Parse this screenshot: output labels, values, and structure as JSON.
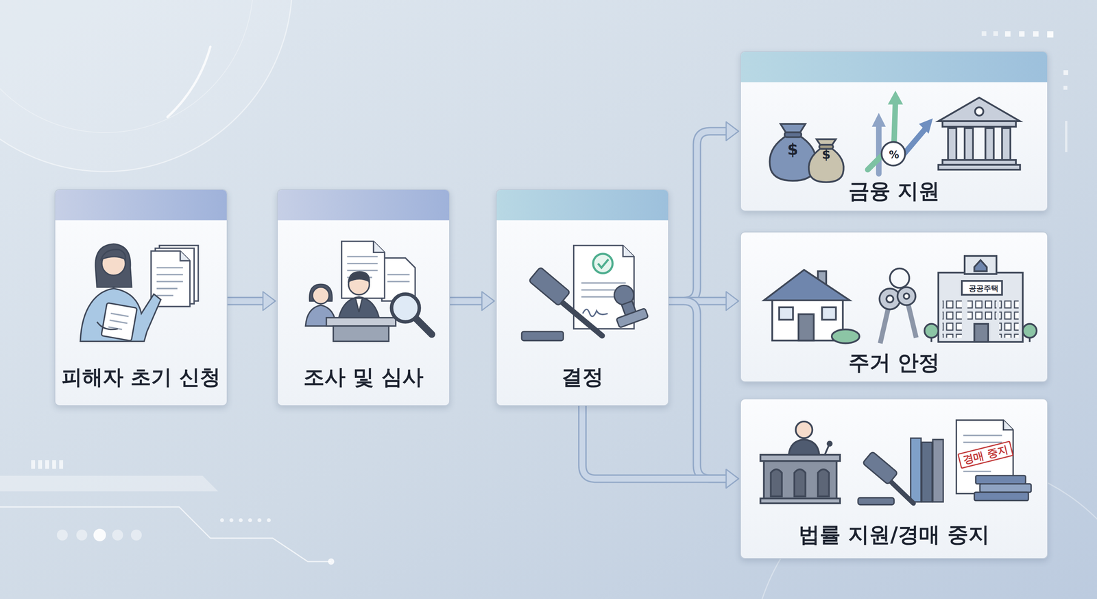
{
  "diagram": {
    "nodes": [
      {
        "text": [
          "피해자 초기 신청"
        ]
      },
      {
        "text": [
          "조사 및 심사"
        ]
      },
      {
        "text": [
          "결정"
        ]
      },
      {
        "text": [
          "금융 지원"
        ]
      },
      {
        "text": [
          "주거 안정"
        ]
      },
      {
        "text": [
          "법률 지원/경매 중지"
        ]
      }
    ],
    "edges": [
      {
        "from": 0,
        "to": 1,
        "arrow": "to"
      },
      {
        "from": 1,
        "to": 2,
        "arrow": "to"
      },
      {
        "from": 2,
        "to": 3,
        "arrow": "to"
      },
      {
        "from": 2,
        "to": 4,
        "arrow": "to"
      },
      {
        "from": 2,
        "to": 5,
        "arrow": "to"
      },
      {
        "from": 2,
        "to": 5,
        "arrow": "to"
      }
    ],
    "labels": [
      "$",
      "$",
      "%",
      "공공주택",
      "경매 중지"
    ]
  }
}
